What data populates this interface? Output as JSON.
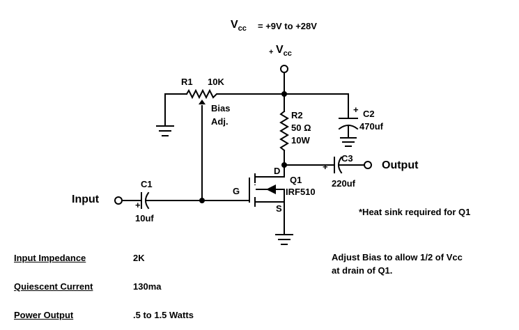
{
  "supply": {
    "main_symbol": "V",
    "main_sub": "cc",
    "main_range": "= +9V to +28V",
    "node_plus": "+",
    "node_symbol": "V",
    "node_sub": "cc"
  },
  "components": {
    "r1": {
      "ref": "R1",
      "value": "10K",
      "note_line1": "Bias",
      "note_line2": "Adj."
    },
    "r2": {
      "ref": "R2",
      "value": "50 Ω",
      "power": "10W"
    },
    "c1": {
      "ref": "C1",
      "plus": "+",
      "value": "10uf"
    },
    "c2": {
      "ref": "C2",
      "plus": "+",
      "value": "470uf"
    },
    "c3": {
      "ref": "C3",
      "plus": "+",
      "value": "220uf"
    },
    "q1": {
      "ref": "Q1",
      "part": "IRF510",
      "drain": "D",
      "gate": "G",
      "source": "S"
    }
  },
  "ports": {
    "input": "Input",
    "output": "Output"
  },
  "notes": {
    "heatsink": "*Heat sink required for Q1",
    "bias_line1": "Adjust Bias to allow 1/2 of Vcc",
    "bias_line2": "at drain of Q1."
  },
  "specs": [
    {
      "label": "Input Impedance",
      "value": "2K"
    },
    {
      "label": "Quiescent Current",
      "value": "130ma"
    },
    {
      "label": "Power Output",
      "value": ".5 to 1.5 Watts"
    }
  ]
}
